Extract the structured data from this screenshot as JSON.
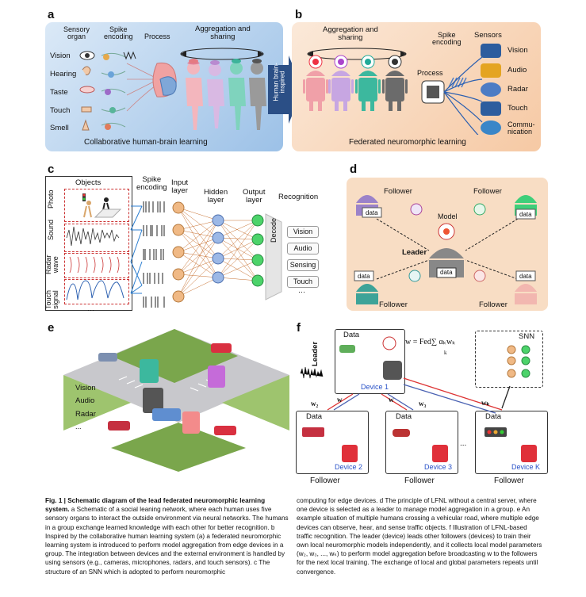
{
  "panels": {
    "a": {
      "label": "a",
      "header": {
        "sensory_organ": "Sensory\norgan",
        "spike_encoding": "Spike\nencoding",
        "process": "Process",
        "aggregation": "Aggregation and\nsharing"
      },
      "senses": [
        "Vision",
        "Hearing",
        "Taste",
        "Touch",
        "Smell"
      ],
      "footer": "Collaborative human-brain learning",
      "colors": {
        "bg_start": "#dbe9f7",
        "bg_end": "#9cc1e7"
      }
    },
    "arrow": {
      "text": "Human brain-\ninspired"
    },
    "b": {
      "label": "b",
      "header": {
        "aggregation": "Aggregation and\nsharing",
        "spike_encoding": "Spike\nencoding",
        "sensors": "Sensors",
        "process": "Process"
      },
      "sensors": [
        "Vision",
        "Audio",
        "Radar",
        "Touch",
        "Commu-\nnication"
      ],
      "footer": "Federated neuromorphic learning",
      "colors": {
        "bg_start": "#fbe9d9",
        "bg_end": "#f6c9a4"
      }
    },
    "c": {
      "label": "c",
      "headers": {
        "objects": "Objects",
        "spike_encoding": "Spike\nencoding",
        "input_layer": "Input\nlayer",
        "hidden_layer": "Hidden\nlayer",
        "output_layer": "Output\nlayer",
        "recognition": "Recognition"
      },
      "row_labels": [
        "Photo",
        "Sound",
        "Radar\nwave",
        "Touch\nsignal"
      ],
      "decode": "Decode",
      "outputs": [
        "Vision",
        "Audio",
        "Sensing",
        "Touch"
      ],
      "ellipsis": "⋯",
      "vdots": "⋮"
    },
    "d": {
      "label": "d",
      "follower": "Follower",
      "leader": "Leader",
      "model": "Model",
      "data": "data"
    },
    "e": {
      "label": "e",
      "legend": [
        "Vision",
        "Audio",
        "Radar"
      ],
      "ellipsis": "..."
    },
    "f": {
      "label": "f",
      "leader": "Leader",
      "data": "Data",
      "snn": "SNN",
      "formula": "w = Fed∑ αₖwₖ",
      "formula_sub": "k",
      "devices": [
        "Device 1",
        "Device 2",
        "Device 3",
        "Device K"
      ],
      "follower": "Follower",
      "w_labels": [
        "w₂",
        "w",
        "w",
        "w₃",
        "wₖ"
      ],
      "dots": "..."
    }
  },
  "caption": {
    "title": "Fig. 1 | Schematic diagram of the lead federated neuromorphic learning system.",
    "col1_rest": "a Schematic of a social leaning network, where each human uses five sensory organs to interact the outside environment via neural networks. The humans in a group exchange learned knowledge with each other for better recognition. b Inspired by the collaborative human learning system (a) a federated neuromorphic learning system is introduced to perform model aggregation from edge devices in a group. The integration between devices and the external environment is handled by using sensors (e.g., cameras, microphones, radars, and touch sensors). c The structure of an SNN which is adopted to perform neuromorphic",
    "col2": "computing for edge devices. d The principle of LFNL without a central server, where one device is selected as a leader to manage model aggregation in a group. e An example situation of multiple humans crossing a vehicular road, where multiple edge devices can observe, hear, and sense traffic objects. f Illustration of LFNL-based traffic recognition. The leader (device) leads other followers (devices) to train their own local neuromorphic models independently, and it collects local model parameters (w₂, w₃, ..., wₖ) to perform model aggregation before broadcasting w to the followers for the next local training. The exchange of local and global parameters repeats until convergence."
  }
}
